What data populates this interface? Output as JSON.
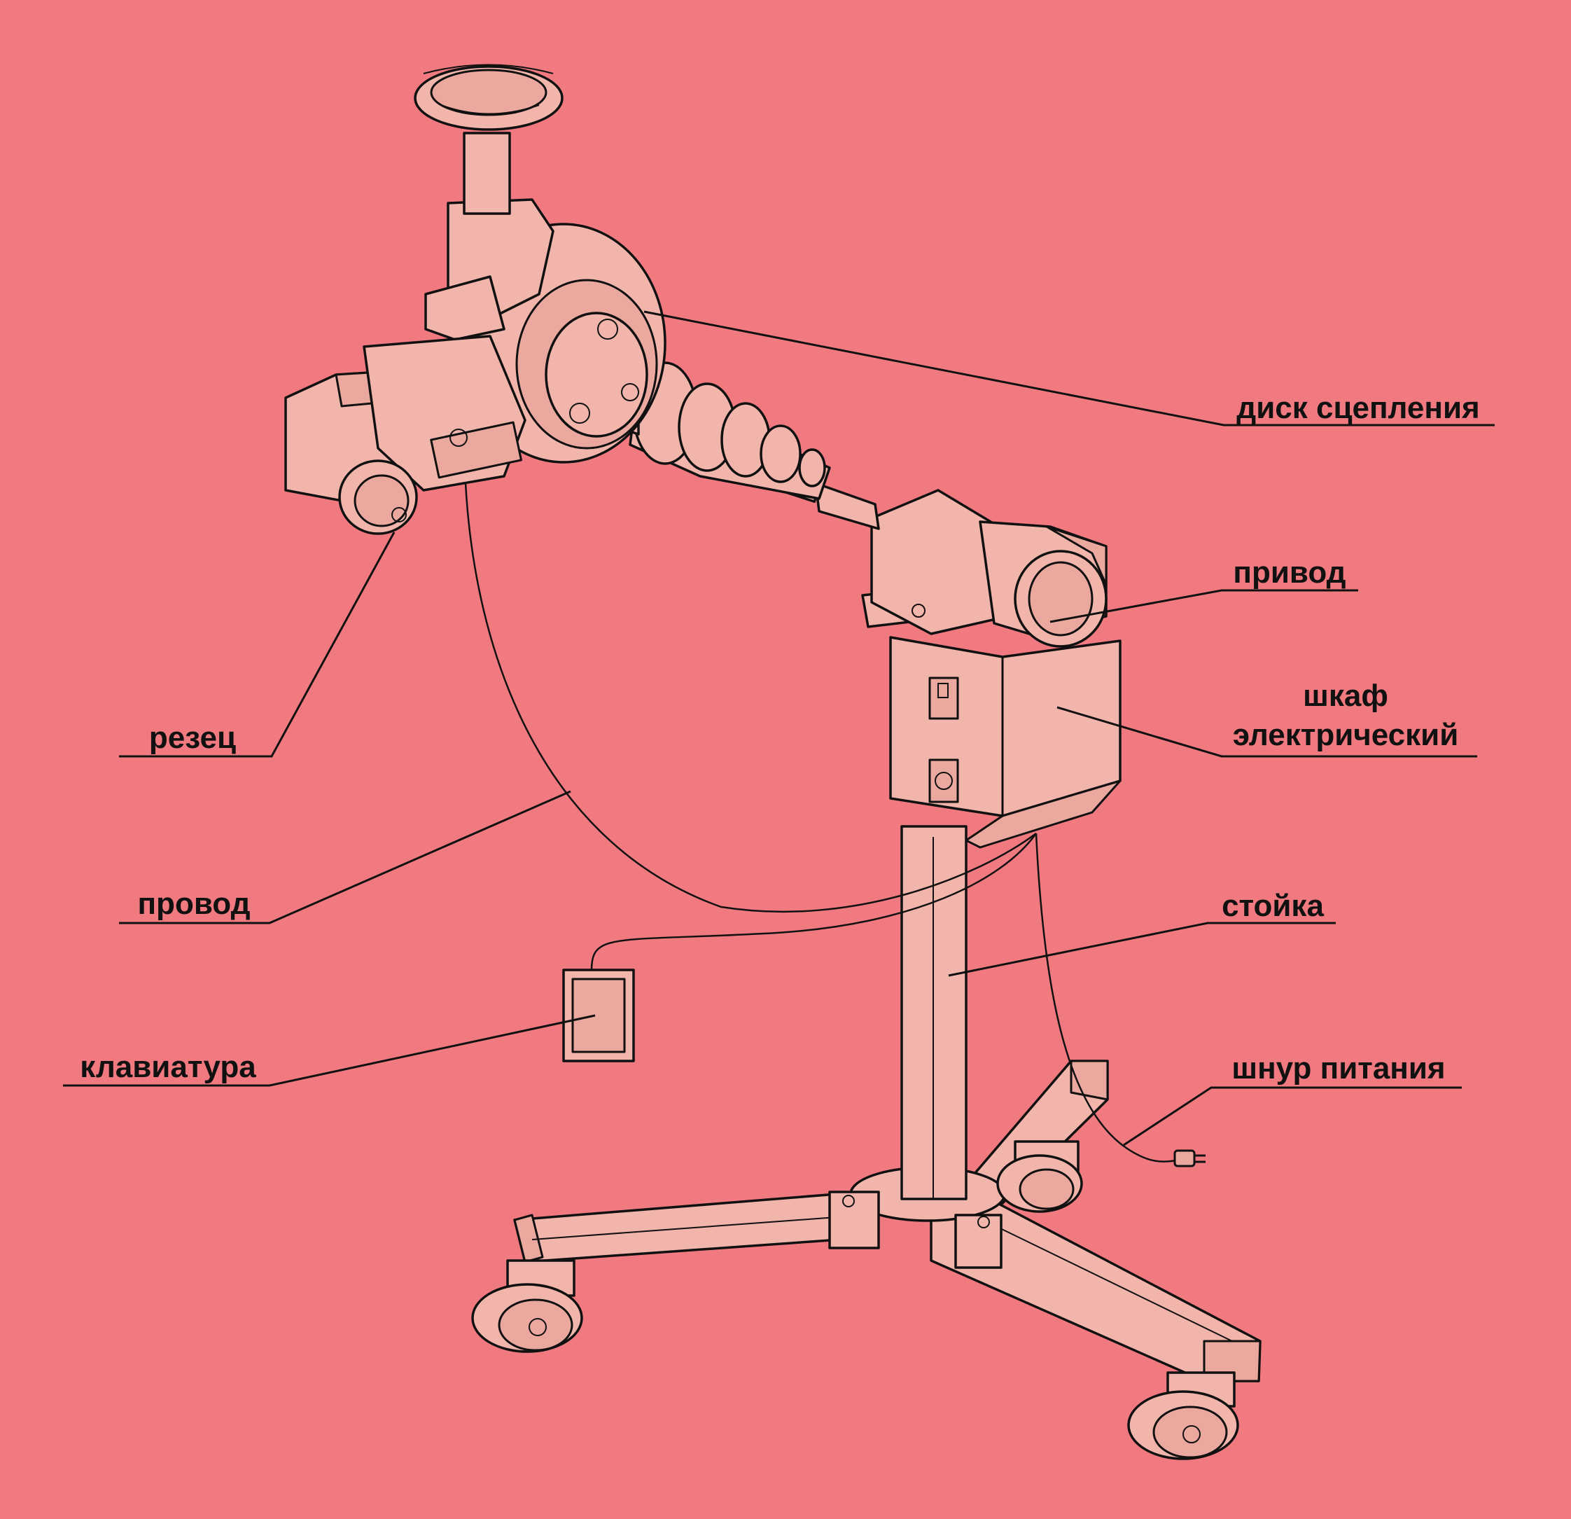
{
  "diagram": {
    "background": "#F07A80",
    "part_fill": "#F1B5AC",
    "ink": "#111111",
    "labels": {
      "clutch_disc": "диск сцепления",
      "drive": "привод",
      "cabinet_line1": "шкаф",
      "cabinet_line2": "электрический",
      "cutter": "резец",
      "wire": "провод",
      "stand": "стойка",
      "keypad": "клавиатура",
      "power_cord": "шнур питания"
    }
  }
}
